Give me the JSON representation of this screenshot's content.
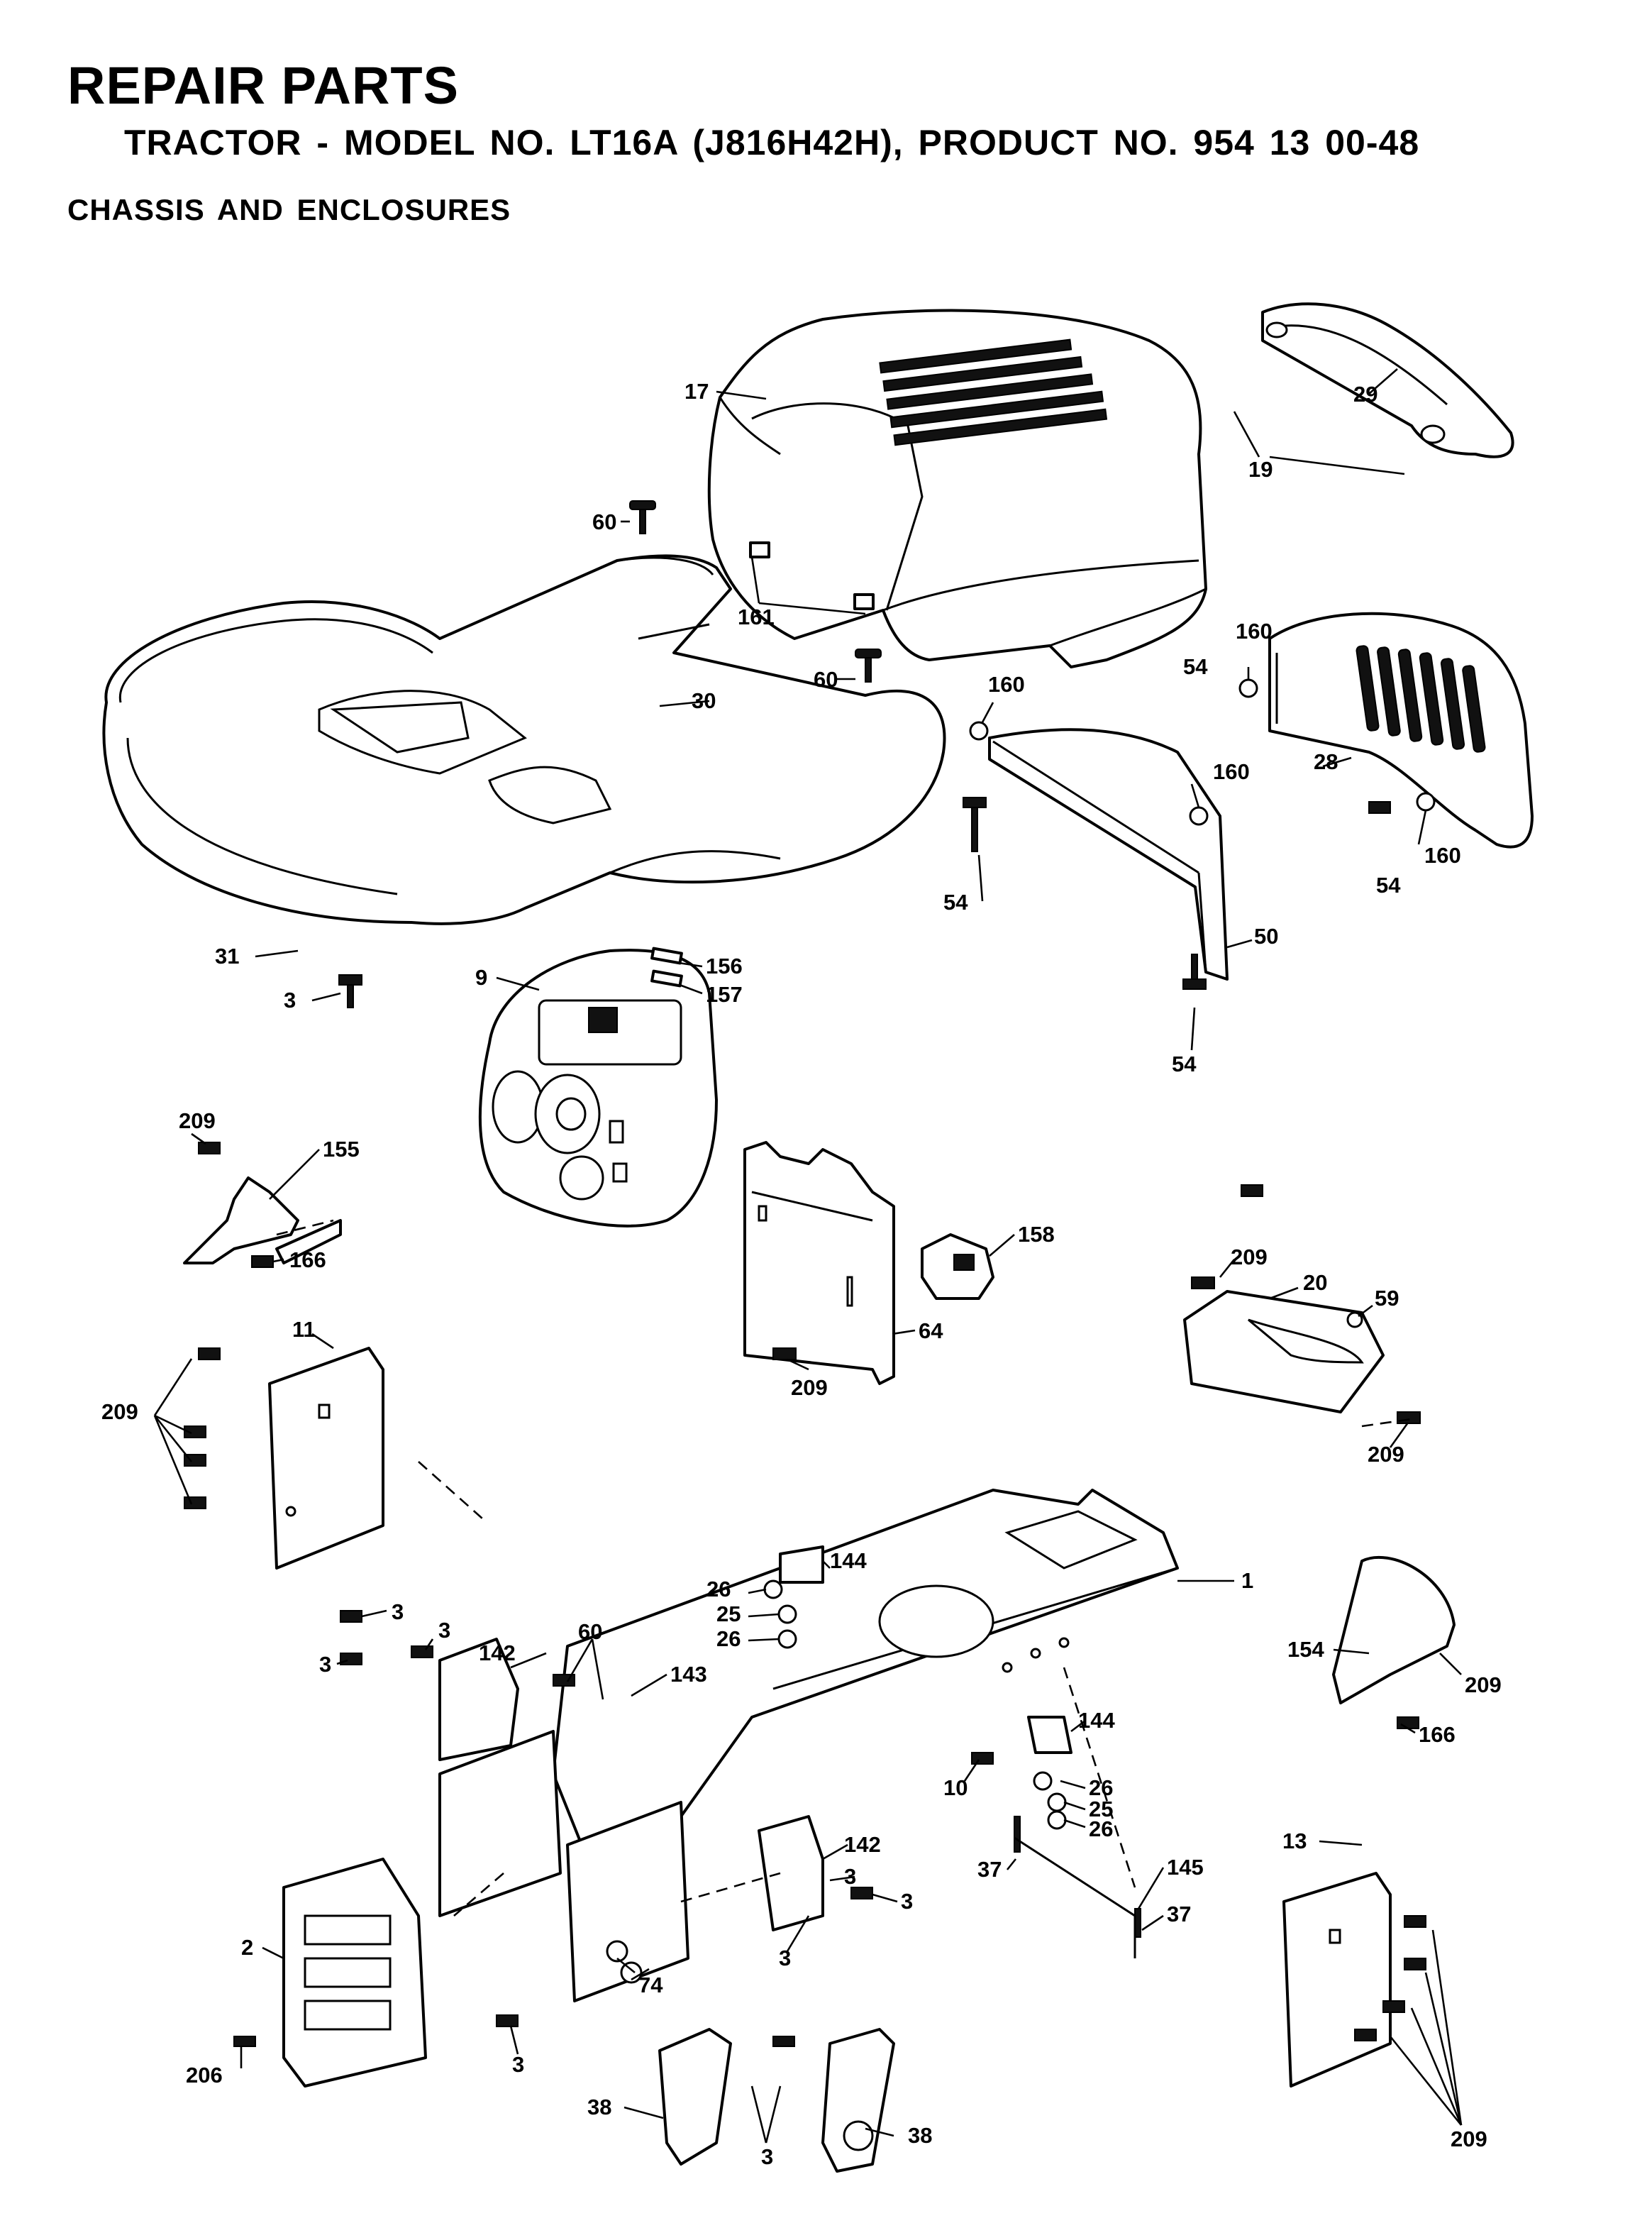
{
  "header": {
    "title": "REPAIR PARTS",
    "subtitle": "TRACTOR - MODEL NO. LT16A (J816H42H),   PRODUCT NO. 954 13 00-48",
    "section": "CHASSIS AND ENCLOSURES"
  },
  "callouts": [
    "17",
    "19",
    "29",
    "60",
    "161",
    "30",
    "60",
    "160",
    "54",
    "160",
    "28",
    "160",
    "160",
    "54",
    "54",
    "50",
    "31",
    "3",
    "156",
    "157",
    "9",
    "54",
    "209",
    "155",
    "166",
    "158",
    "64",
    "209",
    "11",
    "209",
    "209",
    "20",
    "59",
    "209",
    "26",
    "144",
    "1",
    "25",
    "26",
    "3",
    "3",
    "3",
    "60",
    "142",
    "143",
    "154",
    "209",
    "144",
    "26",
    "25",
    "26",
    "166",
    "10",
    "2",
    "142",
    "3",
    "3",
    "37",
    "145",
    "37",
    "3",
    "74",
    "13",
    "206",
    "3",
    "38",
    "3",
    "38",
    "209"
  ]
}
